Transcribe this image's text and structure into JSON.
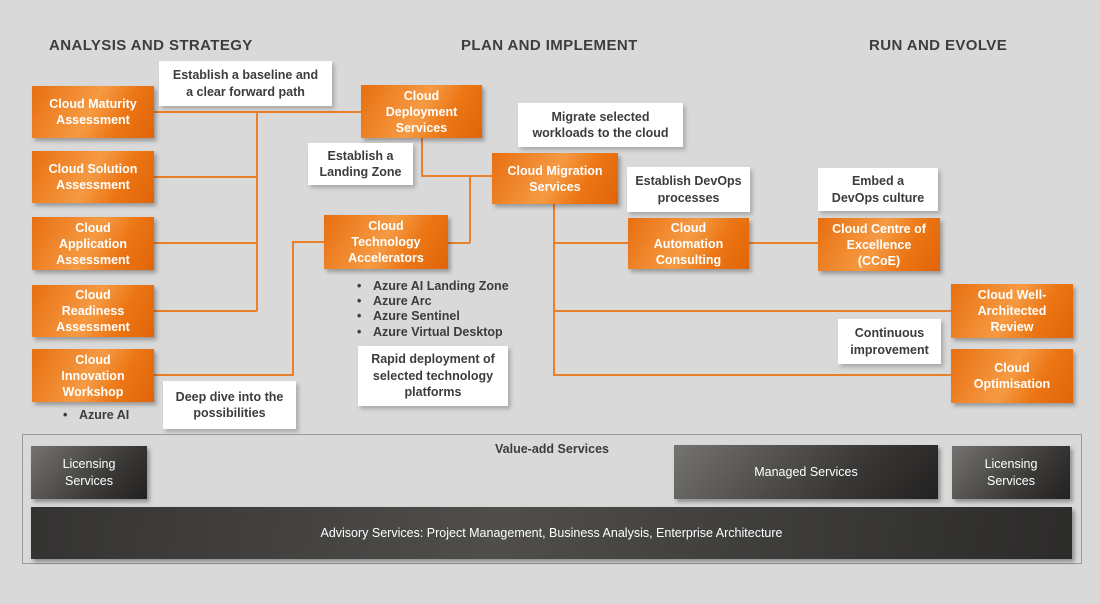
{
  "phases": {
    "analysis": "ANALYSIS AND STRATEGY",
    "plan": "PLAN AND IMPLEMENT",
    "run": "RUN AND EVOLVE"
  },
  "services": {
    "maturity": "Cloud Maturity\nAssessment",
    "solution": "Cloud Solution\nAssessment",
    "application": "Cloud\nApplication\nAssessment",
    "readiness": "Cloud\nReadiness\nAssessment",
    "innovation": "Cloud\nInnovation\nWorkshop",
    "deployment": "Cloud\nDeployment\nServices",
    "migration": "Cloud Migration\nServices",
    "accelerators": "Cloud\nTechnology\nAccelerators",
    "automation": "Cloud\nAutomation\nConsulting",
    "ccoe": "Cloud Centre of\nExcellence\n(CCoE)",
    "well_architected": "Cloud Well-\nArchitected\nReview",
    "optimisation": "Cloud\nOptimisation"
  },
  "notes": {
    "baseline": "Establish a baseline and\na clear forward path",
    "landing_zone": "Establish a\nLanding Zone",
    "migrate": "Migrate selected\nworkloads to the cloud",
    "devops_processes": "Establish DevOps\nprocesses",
    "devops_culture": "Embed a\nDevOps culture",
    "deep_dive": "Deep dive into the\npossibilities",
    "rapid_deployment": "Rapid deployment of\nselected technology\nplatforms",
    "continuous_improvement": "Continuous\nimprovement"
  },
  "bullets": {
    "innovation": [
      "Azure AI"
    ],
    "accelerators": [
      "Azure AI Landing Zone",
      "Azure Arc",
      "Azure Sentinel",
      "Azure Virtual Desktop"
    ]
  },
  "value_add": {
    "title": "Value-add Services",
    "licensing_left": "Licensing\nServices",
    "managed": "Managed Services",
    "licensing_right": "Licensing\nServices",
    "advisory": "Advisory Services: Project Management, Business Analysis, Enterprise Architecture"
  },
  "colors": {
    "background": "#d9d9d9",
    "orange": "#ec7414",
    "connector": "#e9802c",
    "dark_panel": "#3a3836",
    "text_dark": "#3c3c3c"
  }
}
